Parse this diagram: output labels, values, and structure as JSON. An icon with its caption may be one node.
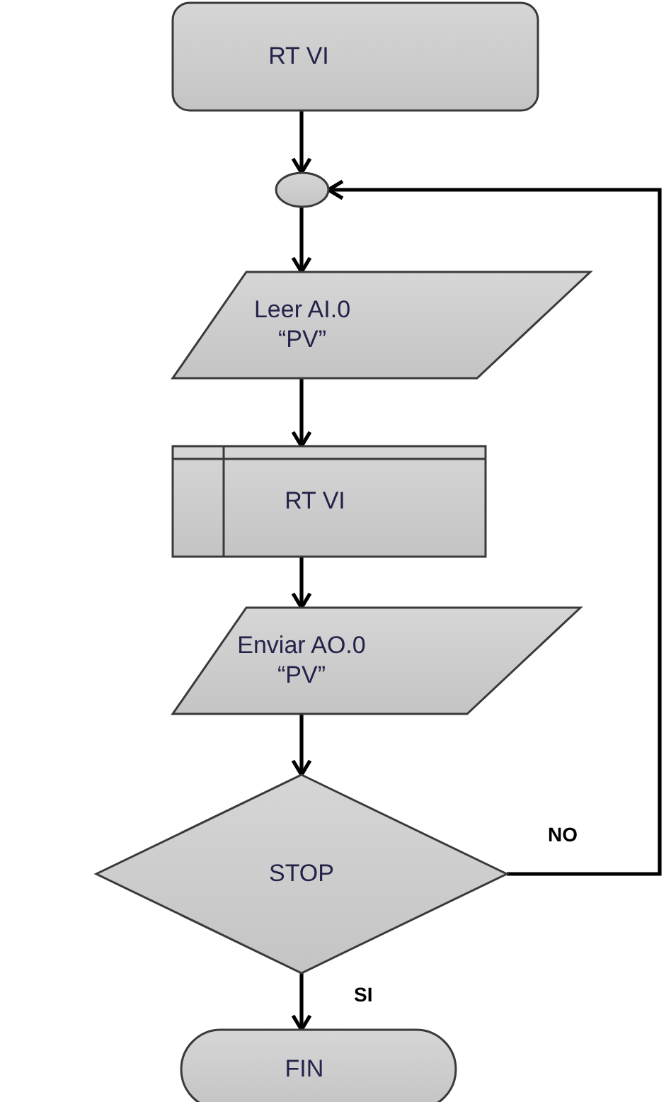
{
  "diagram": {
    "nodes": [
      {
        "text": [
          "RT VI"
        ]
      },
      {
        "text": [],
        "shape": "circle"
      },
      {
        "text": [
          "Leer AI.0 “PV”"
        ]
      },
      {
        "text": [
          "RT VI"
        ]
      },
      {
        "text": [
          "Enviar AO.0 “PV”"
        ]
      },
      {
        "text": [
          "STOP"
        ]
      },
      {
        "text": [
          "FIN"
        ]
      }
    ],
    "edges": [
      {
        "from": 0,
        "to": 1,
        "arrow": "to"
      },
      {
        "from": 1,
        "to": 2,
        "arrow": "to"
      },
      {
        "from": 2,
        "to": 3,
        "arrow": "to"
      },
      {
        "from": 3,
        "to": 4,
        "arrow": "to"
      },
      {
        "from": 4,
        "to": 5,
        "arrow": "to"
      },
      {
        "from": 5,
        "to": 6,
        "label": "SI",
        "arrow": "to"
      },
      {
        "from": 5,
        "to": 1,
        "label": "NO",
        "arrow": "to"
      }
    ]
  }
}
